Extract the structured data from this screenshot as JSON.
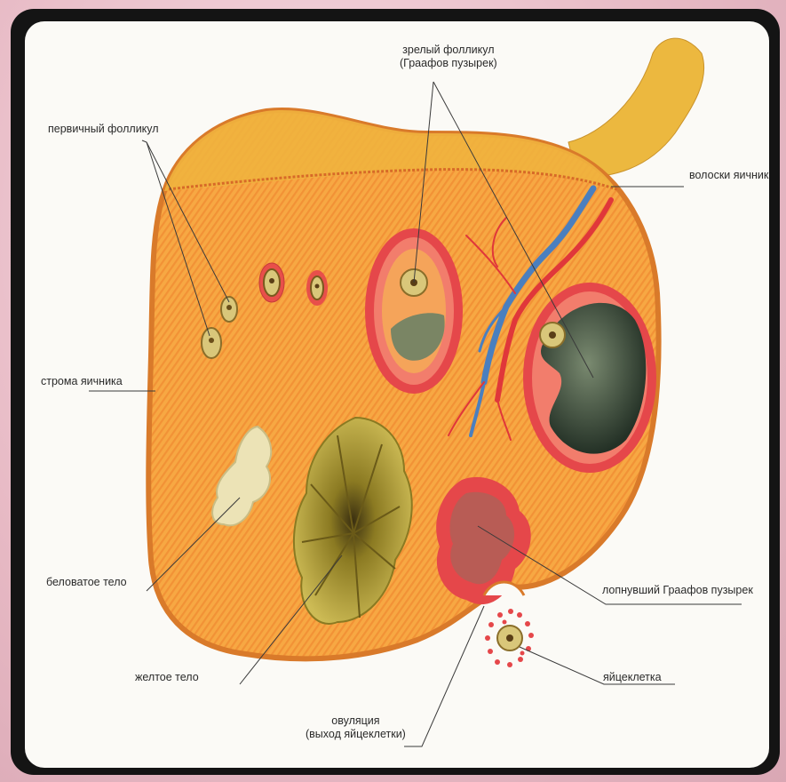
{
  "labels": {
    "mature_follicle": [
      "зрелый фолликул",
      "(Граафов пузырек)"
    ],
    "primary_follicle": "первичный фолликул",
    "ovary_hilus": "волоски яичника",
    "ovary_stroma": "строма яичника",
    "corpus_albicans": "беловатое тело",
    "ruptured_follicle": "лопнувший Граафов пузырек",
    "corpus_luteum": "желтое тело",
    "ovum": "яйцеклетка",
    "ovulation": [
      "овуляция",
      "(выход яйцеклетки)"
    ]
  },
  "colors": {
    "ovary": "#f5a23c",
    "cortex_band": "#e07a2a",
    "ligament": "#e9b43c",
    "follicle_ring": "#e5474a",
    "antrum": "#2f4436",
    "corpus_luteum": "#b8a33a",
    "corpus_albicans": "#ece3b6",
    "vein": "#4a7fbf",
    "artery": "#e0373a"
  }
}
